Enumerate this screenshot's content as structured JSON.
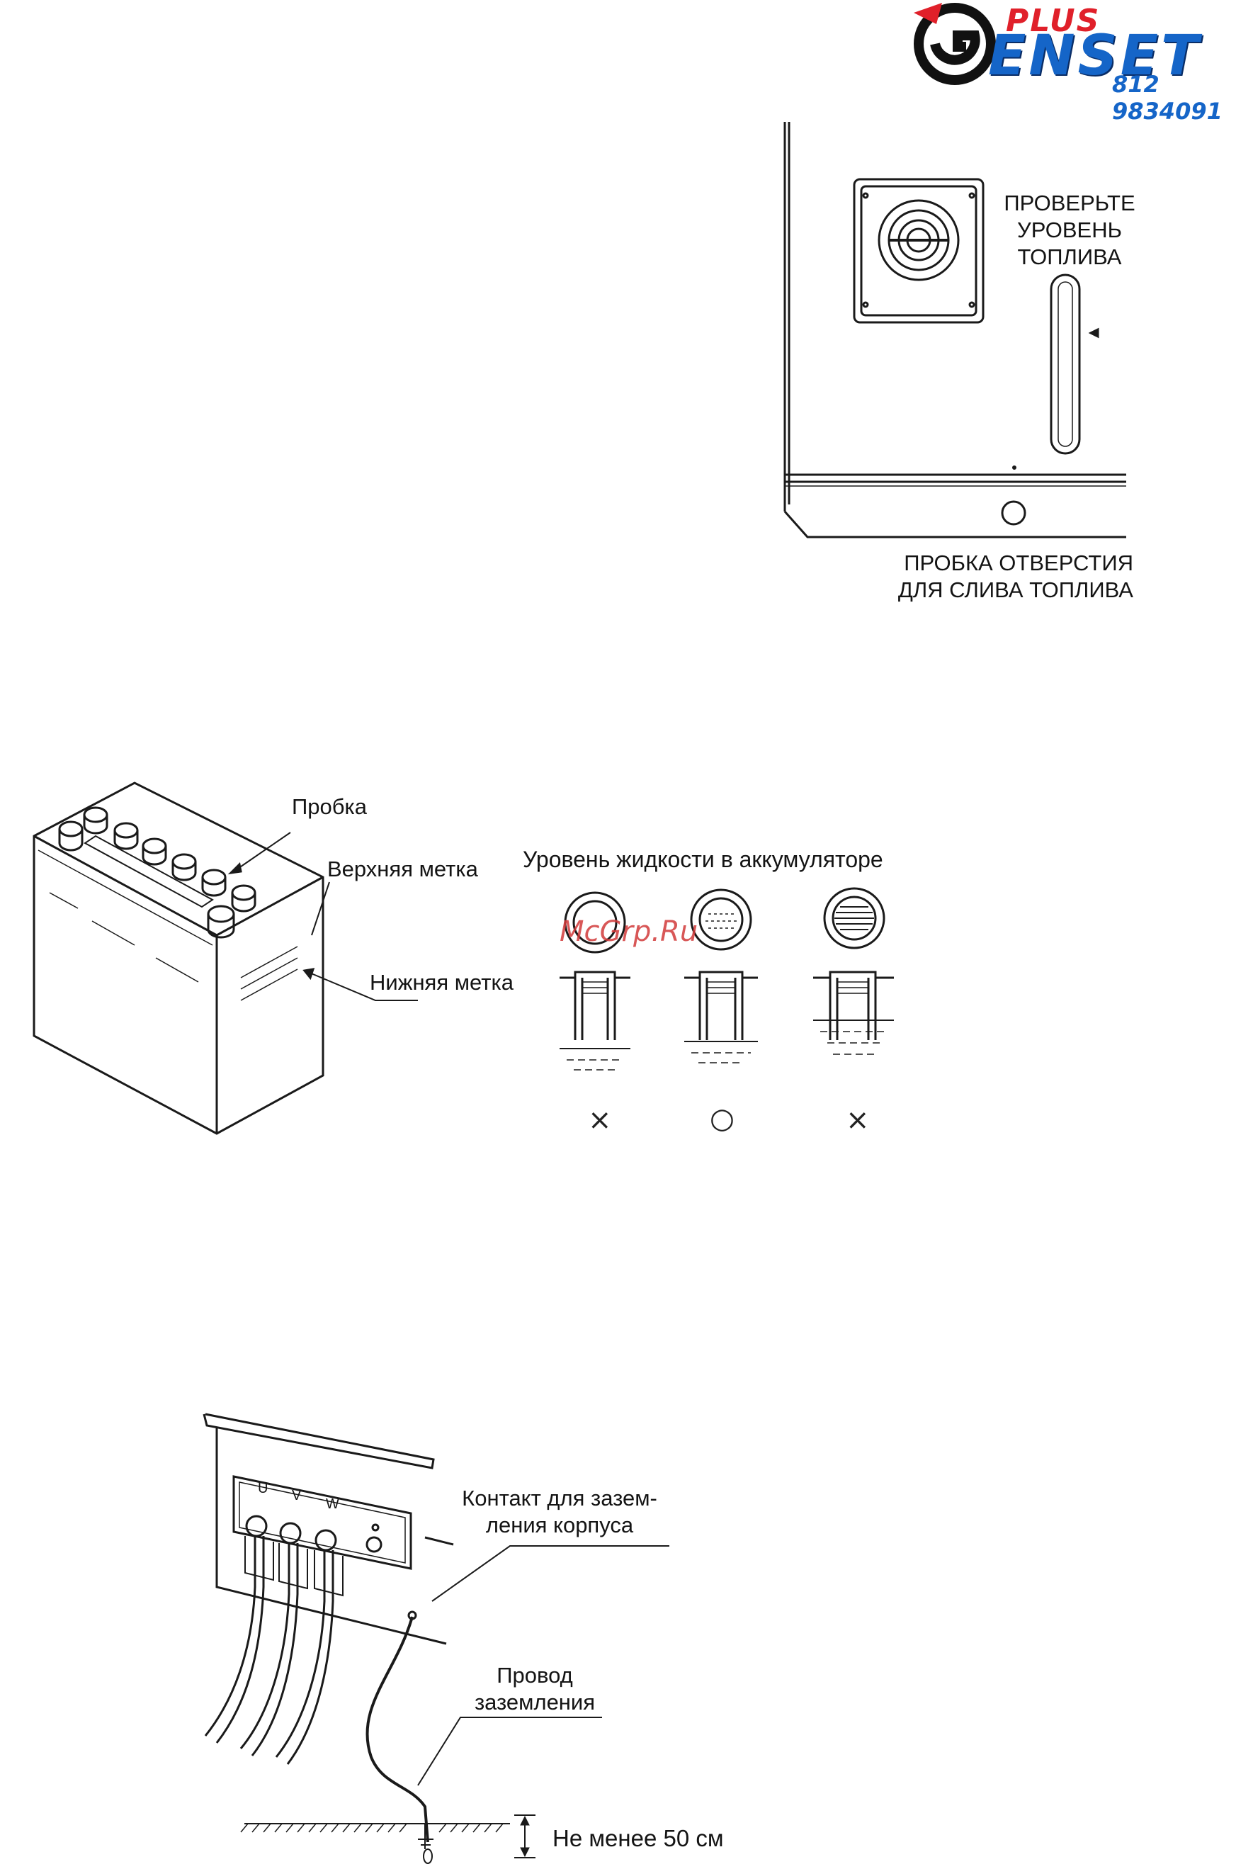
{
  "logo": {
    "plus": "PLUS",
    "brand": "ENSET",
    "phone": "812 9834091",
    "colors": {
      "red": "#e0202a",
      "blue": "#1565c8"
    }
  },
  "fuel_figure": {
    "check_level_label": "ПРОВЕРЬТЕ\nУРОВЕНЬ\nТОПЛИВА",
    "check_level_lines": [
      "ПРОВЕРЬТЕ",
      "УРОВЕНЬ",
      "ТОПЛИВА"
    ],
    "drain_plug_lines": [
      "ПРОБКА ОТВЕРСТИЯ",
      "ДЛЯ СЛИВА ТОПЛИВА"
    ]
  },
  "battery_figure": {
    "plug_label": "Пробка",
    "upper_mark_label": "Верхняя метка",
    "lower_mark_label": "Нижняя метка",
    "level_title": "Уровень жидкости в аккумуляторе",
    "level_marks": [
      "×",
      "○",
      "×"
    ]
  },
  "watermark": "McGrp.Ru",
  "ground_figure": {
    "terminals": [
      "U",
      "V",
      "W"
    ],
    "contact_lines": [
      "Контакт для зазем-",
      "ления корпуса"
    ],
    "wire_lines": [
      "Провод",
      "заземления"
    ],
    "depth_label": "Не менее 50 см"
  }
}
